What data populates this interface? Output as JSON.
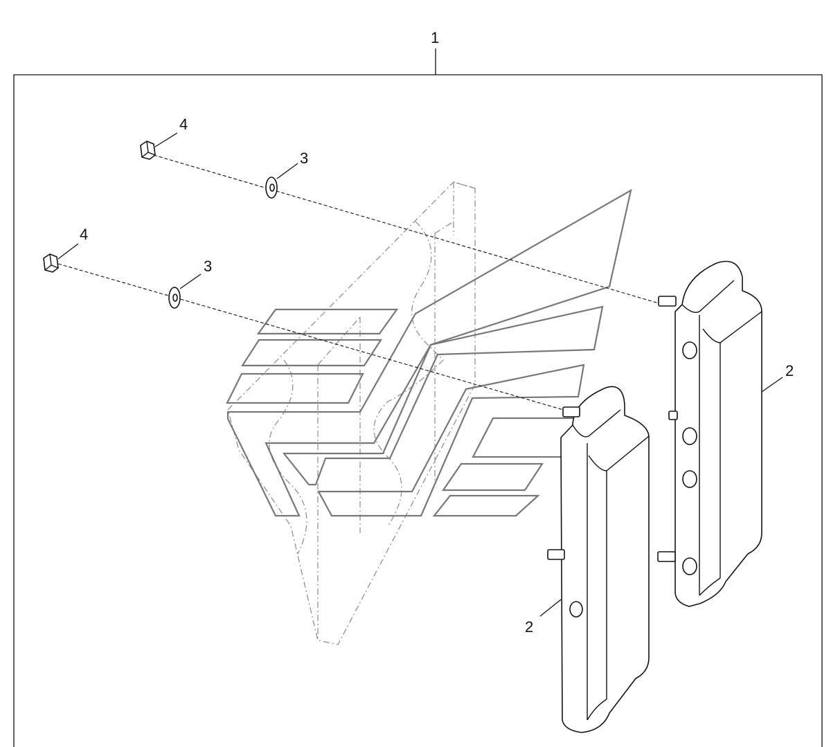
{
  "callouts": {
    "assembly": "1",
    "weight_right": "2",
    "weight_left": "2",
    "washer_upper": "3",
    "washer_lower": "3",
    "nut_upper": "4",
    "nut_lower": "4"
  },
  "colors": {
    "line": "#111111",
    "phantom": "#888888",
    "background": "#ffffff"
  }
}
